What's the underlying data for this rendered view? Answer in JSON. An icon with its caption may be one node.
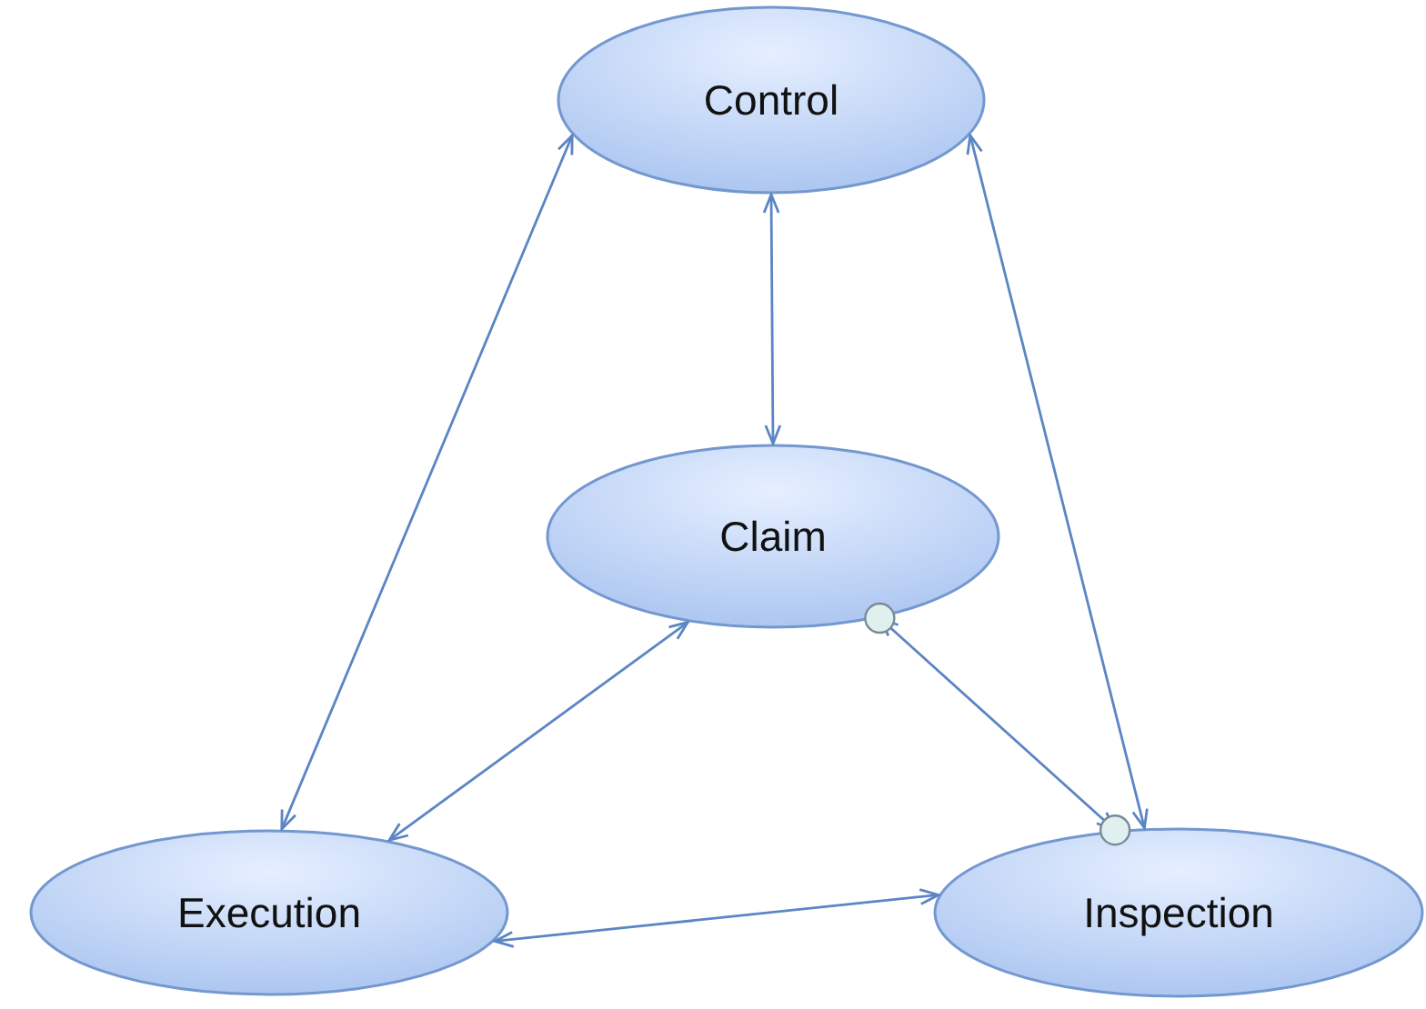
{
  "diagram": {
    "nodes": [
      {
        "text": [
          "Control"
        ]
      },
      {
        "text": [
          "Claim"
        ]
      },
      {
        "text": [
          "Execution"
        ]
      },
      {
        "text": [
          "Inspection"
        ]
      }
    ],
    "edges": [
      {
        "from": 0,
        "to": 2,
        "arrow": "both"
      },
      {
        "from": 0,
        "to": 1,
        "arrow": "both"
      },
      {
        "from": 0,
        "to": 3,
        "arrow": "both"
      },
      {
        "from": 1,
        "to": 2,
        "arrow": "both"
      },
      {
        "from": 1,
        "to": 3,
        "arrow": "both"
      },
      {
        "from": 2,
        "to": 3,
        "arrow": "both"
      }
    ]
  }
}
